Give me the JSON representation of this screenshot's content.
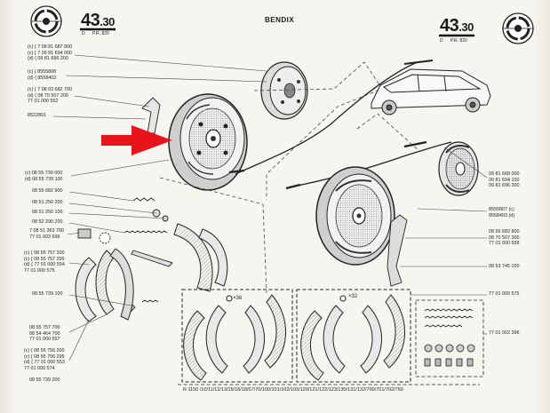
{
  "header": {
    "page_left": "43",
    "page_left_sub": "30",
    "page_right": "43",
    "page_right_sub": "30",
    "small_left": "D",
    "small_left_pr": "P.R. 820",
    "small_right": "D",
    "small_right_pr": "P.R. 820",
    "brand": "BENDIX"
  },
  "left_groups": [
    {
      "lines": [
        "(c) { 7 09 81 687 900",
        "(c) { 7 09 81 694 000",
        "(d) { 09 81 696 200"
      ]
    },
    {
      "lines": [
        "(c) { 8555808",
        "(d) { 8558402"
      ]
    },
    {
      "lines": [
        "(c) { 7 08 03 682 700",
        "(d) { 08 70 507 200",
        "77 01 000 552"
      ]
    },
    {
      "lines": [
        "8522801"
      ]
    },
    {
      "lines": [
        "(c) 08 55 739 000",
        "(d) 08 55 739 100"
      ]
    },
    {
      "lines": [
        "08 55 682 900"
      ]
    },
    {
      "lines": [
        "08 51 250 200"
      ]
    },
    {
      "lines": [
        "08 51 250 100"
      ]
    },
    {
      "lines": [
        "08 52 290 200"
      ]
    },
    {
      "lines": [
        "7 08 51 363 700",
        "77 01 003 696"
      ]
    },
    {
      "lines": [
        "(c) { 08 55 757 200",
        "(c) { 08 55 757 299",
        "(d) { 77 01 000 554",
        "77 01 000 575"
      ]
    },
    {
      "lines": [
        "08 55 739 100"
      ]
    },
    {
      "lines": [
        "08 55 757 700",
        "08 54 464 700",
        "77 01 000 557"
      ]
    },
    {
      "lines": [
        "(c) { 08 55 756 200",
        "(c) { 08 55 756 299",
        "(d) { 77 01 000 553",
        "77 01 000 574"
      ]
    },
    {
      "lines": [
        "08 55 739 200"
      ]
    }
  ],
  "right_groups": [
    {
      "lines": [
        "09 81 668 000",
        "09 81 694 100",
        "09 81 696 300"
      ]
    },
    {
      "lines": [
        "8555807 (c)",
        "8558403 (d)"
      ]
    },
    {
      "lines": [
        "08 55 682 800",
        "08 70 507 300",
        "77 01 000 558"
      ]
    },
    {
      "lines": [
        "08 53 745 100"
      ]
    },
    {
      "lines": [
        "77 01 000 576"
      ]
    },
    {
      "lines": [
        "77 01 002 396"
      ]
    }
  ],
  "box_qty_left": "×36",
  "box_qty_right": "×32",
  "footer_ref": "R 1150 /10/11/12/13/15/16/18/57/70/100/101/102/103/120/121/122/123/130/131/132/700/701/702/760",
  "accent_color": "#e8141b"
}
